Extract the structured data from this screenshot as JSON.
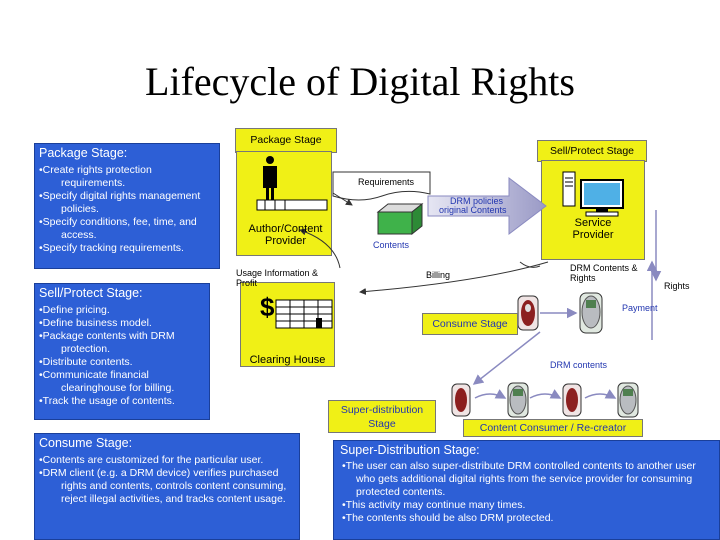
{
  "title": "Lifecycle of Digital Rights",
  "package_box": {
    "heading": "Package Stage:",
    "items": [
      "•Create rights protection requirements.",
      "•Specify digital rights management policies.",
      "•Specify conditions, fee, time, and access.",
      "•Specify tracking requirements."
    ]
  },
  "sell_box": {
    "heading": "Sell/Protect Stage:",
    "items": [
      "•Define pricing.",
      "•Define business model.",
      "•Package contents with DRM protection.",
      "•Distribute contents.",
      "•Communicate financial clearinghouse for billing.",
      "•Track the usage of contents."
    ]
  },
  "consume_box": {
    "heading": "Consume Stage:",
    "items": [
      "•Contents are customized for the particular user.",
      "•DRM client (e.g. a DRM device) verifies purchased rights and contents, controls content consuming, reject illegal activities, and tracks content usage."
    ]
  },
  "superdist_box": {
    "heading": "Super-Distribution Stage:",
    "items": [
      "•The user can also super-distribute DRM controlled contents to another user who gets additional digital rights from the service provider for consuming protected contents.",
      "•This activity may continue many times.",
      "•The contents should be also DRM protected."
    ]
  },
  "diagram": {
    "package_stage": "Package Stage",
    "sell_protect_stage": "Sell/Protect Stage",
    "author_provider": "Author/Content Provider",
    "requirements": "Requirements",
    "drm_policies": "DRM policies",
    "original_contents": "original Contents",
    "service_provider": "Service Provider",
    "contents": "Contents",
    "usage_information": "Usage Information & Profit",
    "billing": "Billing",
    "drm_contents_rights": "DRM Contents & Rights",
    "rights": "Rights",
    "payment": "Payment",
    "dollar": "$",
    "clearing_house": "Clearing House",
    "consume_stage": "Consume Stage",
    "drm_contents": "DRM contents",
    "super_distribution_stage": "Super-distribution Stage",
    "content_consumer": "Content Consumer / Re-creator"
  }
}
